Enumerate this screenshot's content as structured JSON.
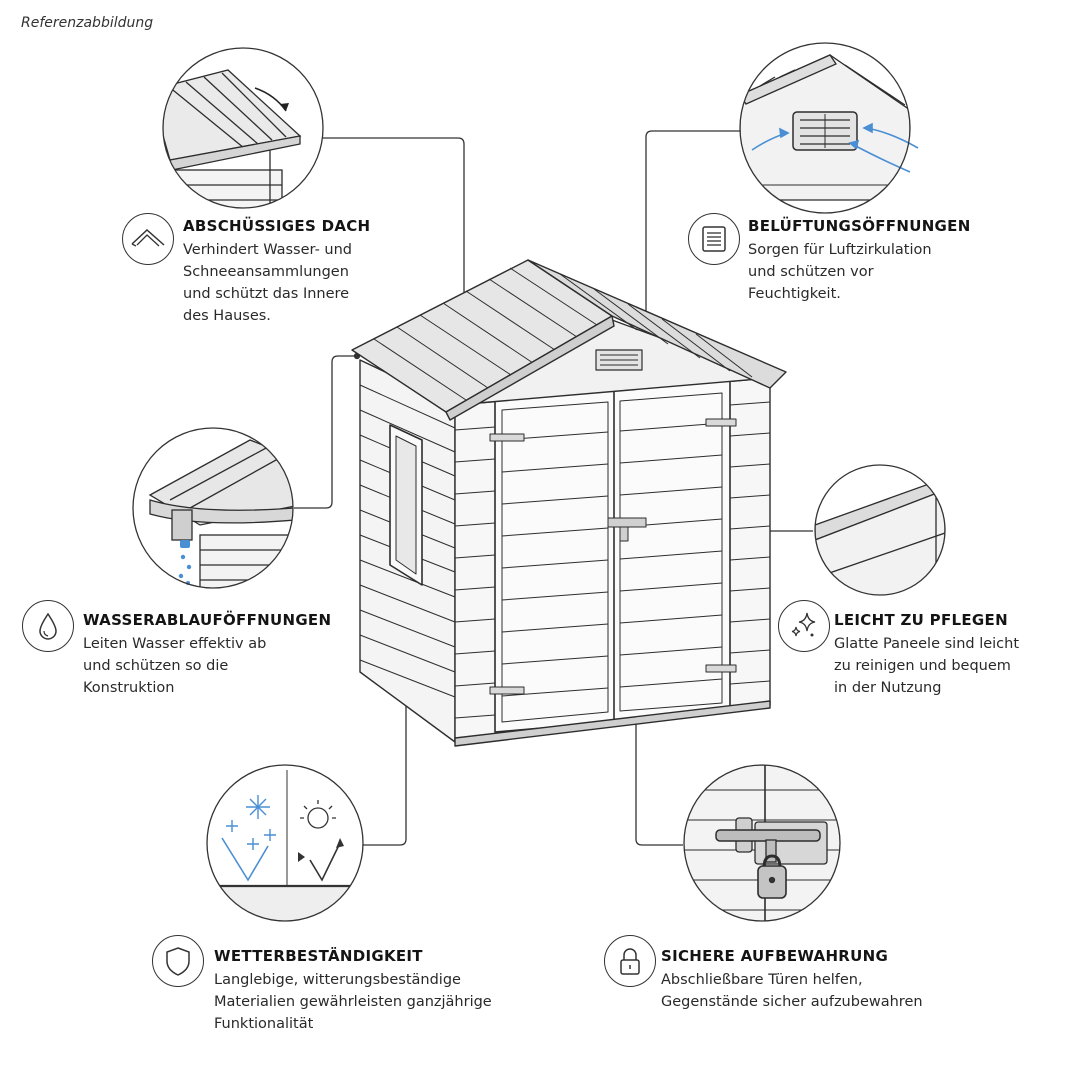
{
  "caption": "Referenzabbildung",
  "features": {
    "roof": {
      "title": "ABSCHÜSSIGES DACH",
      "desc": [
        "Verhindert Wasser- und",
        "Schneeansammlungen",
        "und schützt das Innere",
        "des Hauses."
      ],
      "icon": "roof-icon"
    },
    "vent": {
      "title": "BELÜFTUNGSÖFFNUNGEN",
      "desc": [
        "Sorgen für Luftzirkulation",
        "und schützen vor",
        "Feuchtigkeit."
      ],
      "icon": "vent-icon"
    },
    "drain": {
      "title": "WASSERABLAUFÖFFNUNGEN",
      "desc": [
        "Leiten Wasser effektiv ab",
        "und schützen so die",
        "Konstruktion"
      ],
      "icon": "water-drop-icon"
    },
    "care": {
      "title": "LEICHT ZU PFLEGEN",
      "desc": [
        "Glatte Paneele sind leicht",
        "zu reinigen und bequem",
        "in der Nutzung"
      ],
      "icon": "sparkle-icon"
    },
    "weather": {
      "title": "WETTERBESTÄNDIGKEIT",
      "desc": [
        "Langlebige, witterungsbeständige",
        "Materialien gewährleisten ganzjährige",
        "Funktionalität"
      ],
      "icon": "shield-icon"
    },
    "secure": {
      "title": "SICHERE AUFBEWAHRUNG",
      "desc": [
        "Abschließbare Türen helfen,",
        "Gegenstände sicher aufzubewahren"
      ],
      "icon": "lock-icon"
    }
  },
  "colors": {
    "line": "#333333",
    "accent_blue": "#4a8fd4"
  }
}
